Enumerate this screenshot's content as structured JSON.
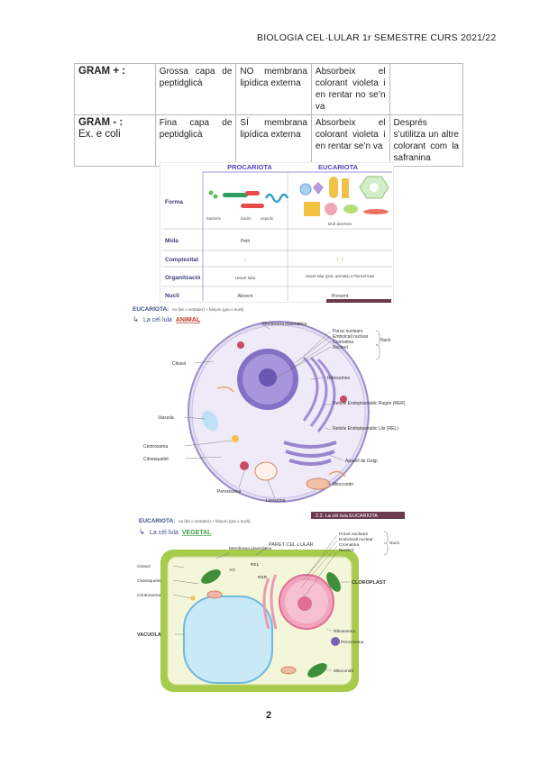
{
  "header": "BIOLOGIA CEL·LULAR  1r SEMESTRE CURS 2021/22",
  "table": {
    "rows": [
      {
        "label": "GRAM + :",
        "sublabel": "",
        "col2": "Grossa capa de peptidglicà",
        "col3": "NO membrana lipídica externa",
        "col4": "Absorbeix el colorant violeta i en rentar no se’n va",
        "col5": ""
      },
      {
        "label": "GRAM - :",
        "sublabel": "Ex. e coli",
        "col2": "Fina capa de peptidglicà",
        "col3": "SÍ membrana lipídica externa",
        "col4": "Absorbeix el colorant violeta i en rentar se’n va",
        "col5": "Després s’utilitza un altre colorant com la safranina"
      }
    ]
  },
  "comparison": {
    "col_pro": "PROCARIOTA",
    "col_euc": "EUCARIOTA",
    "rows": [
      {
        "label": "Forma",
        "pro": "",
        "euc": ""
      },
      {
        "label": "Mida",
        "pro": "Petit",
        "euc": ""
      },
      {
        "label": "Complexitat",
        "pro": "↓",
        "euc": "↑ ↑"
      },
      {
        "label": "Organització",
        "pro": "Unicel·lular",
        "euc": "Unicel·lular (prot. animals) o Pluricel·lular"
      },
      {
        "label": "Nucli",
        "pro": "Absent",
        "euc": "Present"
      }
    ],
    "forma_pro_labels": [
      "bacteris",
      "bacils",
      "espirils"
    ],
    "forma_euc_label": "Molt diverses"
  },
  "animal": {
    "title_prefix": "EUCARIOTA:",
    "title_suffix": "eu (bé o vertader) + kàryon (gra o nucli)",
    "subtitle_a": "La cèl·lula",
    "subtitle_b": "ANIMAL",
    "labels": {
      "membrana": "Membrana plasmàtica",
      "porus": "Porus nuclears",
      "embolcall": "Embolcall nuclear",
      "cromatina": "Cromatina",
      "nucleol": "Nucleol",
      "nucli": "Nucli",
      "citosol": "Citosol",
      "ribosomes": "Ribosomes",
      "rer": "Reticle Endoplasmàtic Rugós (RER)",
      "rel": "Reticle Endoplasmàtic Llis (REL)",
      "vacuola": "Vacuola",
      "centrosoma": "Centrosoma",
      "citoesquelet": "Citoesquelet",
      "golgi": "Aparell de Golgi",
      "mitocondri": "Mitocondri",
      "peroxisoma": "Peroxisoma",
      "lisosoma": "Lisosoma"
    }
  },
  "vegetal": {
    "banner": "2.2. La cèl·lula EUCARIOTA",
    "title_prefix": "EUCARIOTA:",
    "title_suffix": "eu (bé o vertader) + kàryon (gra o nucli)",
    "subtitle_a": "La cèl·lula",
    "subtitle_b": "VEGETAL",
    "labels": {
      "membrana": "Membrana plasmàtica",
      "paret": "PARET CEL·LULAR",
      "porus": "Porus nuclears",
      "embolcall": "Embolcall nuclear",
      "cromatina": "Cromatina",
      "nucleol": "Nucleol",
      "nucli": "Nucli",
      "citosol": "Citosol",
      "citoesquelet": "Citoesquelet",
      "centrosoma": "Centrosoma",
      "ag": "AG",
      "rel": "REL",
      "rer": "RER",
      "cloroplast": "CLOROPLAST",
      "vacuola": "VACUOLA",
      "ribosomes": "Ribosomes",
      "peroxisoma": "Peroxisoma",
      "mitocondri": "Mitocondri"
    }
  },
  "page_number": "2"
}
